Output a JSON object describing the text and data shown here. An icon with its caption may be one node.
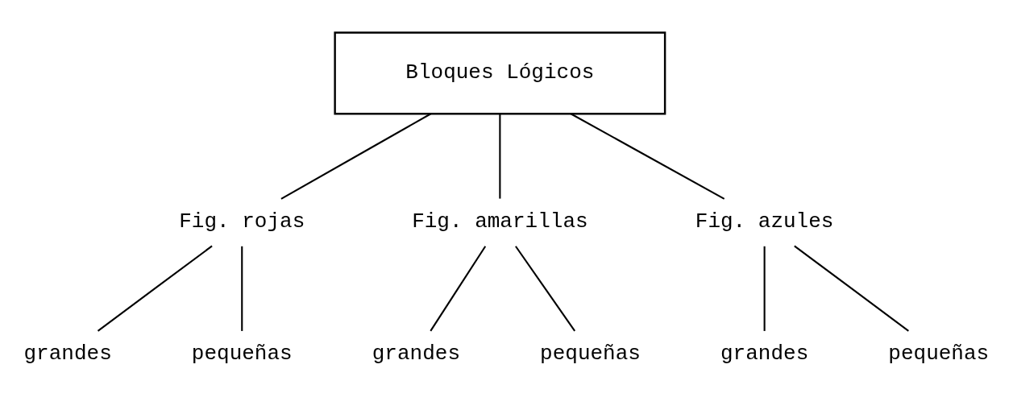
{
  "diagram": {
    "nodes": [
      {
        "text": [
          "Bloques Lógicos"
        ]
      },
      {
        "text": [
          "Fig. rojas"
        ]
      },
      {
        "text": [
          "Fig. amarillas"
        ]
      },
      {
        "text": [
          "Fig. azules"
        ]
      },
      {
        "text": [
          "grandes"
        ]
      },
      {
        "text": [
          "pequeñas"
        ]
      },
      {
        "text": [
          "grandes"
        ]
      },
      {
        "text": [
          "pequeñas"
        ]
      },
      {
        "text": [
          "grandes"
        ]
      },
      {
        "text": [
          "pequeñas"
        ]
      }
    ],
    "edges": [
      {
        "from": 0,
        "to": 1,
        "arrow": "none"
      },
      {
        "from": 0,
        "to": 2,
        "arrow": "none"
      },
      {
        "from": 0,
        "to": 3,
        "arrow": "none"
      },
      {
        "from": 1,
        "to": 4,
        "arrow": "none"
      },
      {
        "from": 1,
        "to": 5,
        "arrow": "none"
      },
      {
        "from": 2,
        "to": 6,
        "arrow": "none"
      },
      {
        "from": 2,
        "to": 7,
        "arrow": "none"
      },
      {
        "from": 3,
        "to": 8,
        "arrow": "none"
      },
      {
        "from": 3,
        "to": 9,
        "arrow": "none"
      }
    ]
  }
}
